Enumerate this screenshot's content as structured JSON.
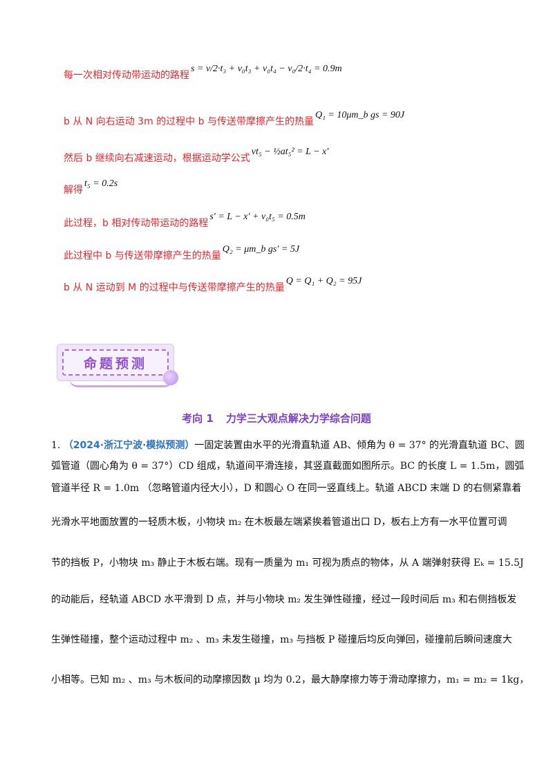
{
  "solution_lines": [
    {
      "text": "每一次相对传动带运动的路程",
      "formula": "s = v/2·t₃ + v₀t₃ + v₀t₄ − v₀/2·t₄ = 0.9m"
    },
    {
      "text": "b 从 N 向右运动 3m 的过程中 b 与传送带摩擦产生的热量",
      "formula": "Q₁ = 10μm_b gs = 90J"
    },
    {
      "text": "然后 b 继续向右减速运动，根据运动学公式",
      "formula": "vt₅ − ½at₅² = L − x′"
    },
    {
      "text": "解得",
      "formula": "t₅ = 0.2s"
    },
    {
      "text": "此过程，b 相对传动带运动的路程",
      "formula": "s′ = L − x′ + v₀t₅ = 0.5m"
    },
    {
      "text": "此过程中 b 与传送带摩擦产生的热量",
      "formula": "Q₂ = μm_b gs′ = 5J"
    },
    {
      "text": "b 从 N 运动到 M 的过程中与传送带摩擦产生的热量",
      "formula": "Q = Q₁ + Q₂ = 95J"
    }
  ],
  "banner": {
    "title": "命题预测"
  },
  "section": {
    "label": "考向 1",
    "title": "力学三大观点解决力学综合问题"
  },
  "problem": {
    "number": "1.",
    "source": "（2024·浙江宁波·模拟预测）",
    "lines": [
      "一固定装置由水平的光滑直轨道 AB、倾角为 θ = 37° 的光滑直轨道 BC、圆",
      "弧管道（圆心角为 θ = 37°）CD 组成，轨道间平滑连接，其竖直截面如图所示。BC 的长度 L = 1.5m，圆弧",
      "管道半径 R = 1.0m （忽略管道内径大小），D 和圆心 O 在同一竖直线上。轨道 ABCD 末端 D 的右侧紧靠着",
      "光滑水平地面放置的一轻质木板，小物块 m₂ 在木板最左端紧挨着管道出口 D，板右上方有一水平位置可调",
      "节的挡板 P，小物块 m₃ 静止于木板右端。现有一质量为 m₁ 可视为质点的物体，从 A 端弹射获得 Eₖ = 15.5J",
      "的动能后，经轨道 ABCD 水平滑到 D 点，并与小物块 m₂ 发生弹性碰撞，经过一段时间后 m₃ 和右侧挡板发",
      "生弹性碰撞，整个运动过程中 m₂ 、m₃ 未发生碰撞，m₃ 与挡板 P 碰撞后均反向弹回，碰撞前后瞬间速度大",
      "小相等。已知 m₂ 、m₃ 与木板间的动摩擦因数 μ 均为 0.2，最大静摩擦力等于滑动摩擦力，m₁ = m₂ = 1kg，"
    ]
  }
}
